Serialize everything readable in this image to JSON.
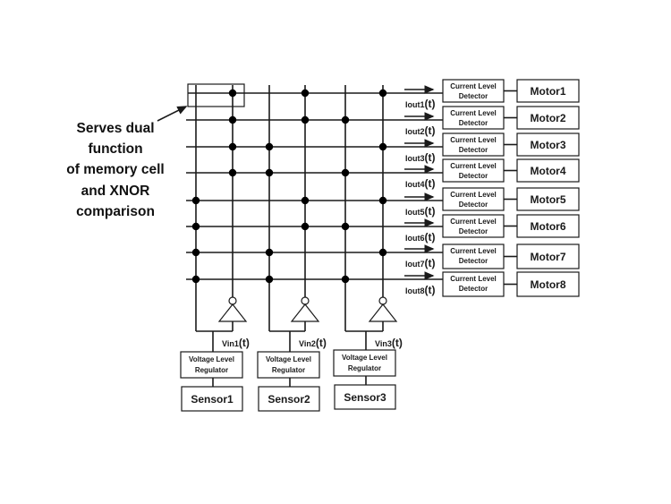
{
  "annotation": {
    "lines": [
      "Serves dual",
      "function",
      "of memory cell",
      "and XNOR",
      "comparison"
    ]
  },
  "grid": {
    "columns": 6,
    "rows": 8,
    "connections": [
      [
        1,
        3,
        5
      ],
      [
        1,
        3,
        4
      ],
      [
        1,
        2,
        5
      ],
      [
        1,
        2,
        4
      ],
      [
        0,
        3,
        5
      ],
      [
        0,
        3,
        4
      ],
      [
        0,
        2,
        5
      ],
      [
        0,
        2,
        4
      ]
    ]
  },
  "outputs": [
    {
      "current": "Iout1",
      "suffix": "(t)",
      "detector": [
        "Current Level",
        "Detector"
      ],
      "motor": "Motor1"
    },
    {
      "current": "Iout2",
      "suffix": "(t)",
      "detector": [
        "Current Level",
        "Detector"
      ],
      "motor": "Motor2"
    },
    {
      "current": "Iout3",
      "suffix": "(t)",
      "detector": [
        "Current Level",
        "Detector"
      ],
      "motor": "Motor3"
    },
    {
      "current": "Iout4",
      "suffix": "(t)",
      "detector": [
        "Current Level",
        "Detector"
      ],
      "motor": "Motor4"
    },
    {
      "current": "Iout5",
      "suffix": "(t)",
      "detector": [
        "Current Level",
        "Detector"
      ],
      "motor": "Motor5"
    },
    {
      "current": "Iout6",
      "suffix": "(t)",
      "detector": [
        "Current Level",
        "Detector"
      ],
      "motor": "Motor6"
    },
    {
      "current": "Iout7",
      "suffix": "(t)",
      "detector": [
        "Current Level",
        "Detector"
      ],
      "motor": "Motor7"
    },
    {
      "current": "Iout8",
      "suffix": "(t)",
      "detector": [
        "Current Level",
        "Detector"
      ],
      "motor": "Motor8"
    }
  ],
  "inputs": [
    {
      "voltage": "Vin1",
      "suffix": "(t)",
      "regulator": [
        "Voltage Level",
        "Regulator"
      ],
      "sensor": "Sensor1"
    },
    {
      "voltage": "Vin2",
      "suffix": "(t)",
      "regulator": [
        "Voltage Level",
        "Regulator"
      ],
      "sensor": "Sensor2"
    },
    {
      "voltage": "Vin3",
      "suffix": "(t)",
      "regulator": [
        "Voltage Level",
        "Regulator"
      ],
      "sensor": "Sensor3"
    }
  ]
}
